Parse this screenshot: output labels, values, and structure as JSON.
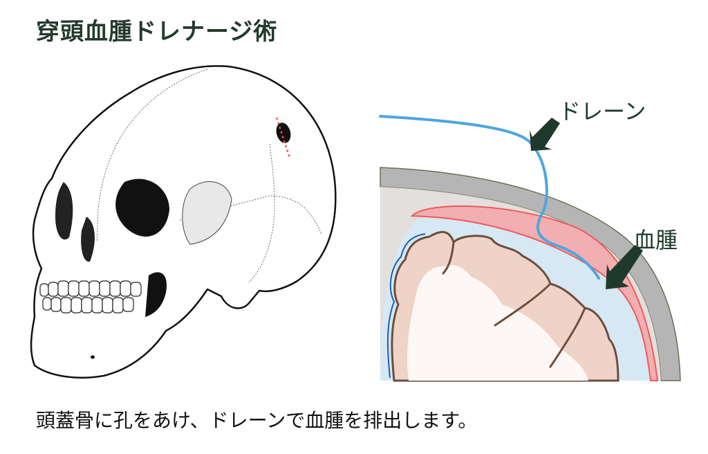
{
  "title": "穿頭血腫ドレナージ術",
  "caption": "頭蓋骨に孔をあけ、ドレーンで血腫を排出します。",
  "figure_left": {
    "subject": "skull-lateral-view",
    "annotations": [
      {
        "type": "burr-hole",
        "marker": "red-dotted-line"
      }
    ]
  },
  "figure_right": {
    "subject": "cross-section-subdural-hematoma",
    "labels": {
      "drain": "ドレーン",
      "hematoma": "血腫"
    },
    "layers": [
      "skull-bone",
      "dura",
      "hematoma",
      "arachnoid-csf",
      "brain-cortex",
      "white-matter"
    ]
  },
  "colors": {
    "title": "#243a2e",
    "label": "#1f3a2c",
    "drain_tube": "#4da6e0",
    "hematoma_fill": "#f2aeb0",
    "hematoma_edge": "#f05a5a",
    "bone": "#b5b5b5",
    "bone_inner": "#e2dfdc",
    "csf": "#d7e8f5",
    "pia": "#1a5fb4",
    "cortex": "#efd3c6",
    "cortex_outline": "#6b4e3d",
    "white_matter": "#fdf8f6",
    "burr_hole_marker": "#ff4a4a"
  }
}
